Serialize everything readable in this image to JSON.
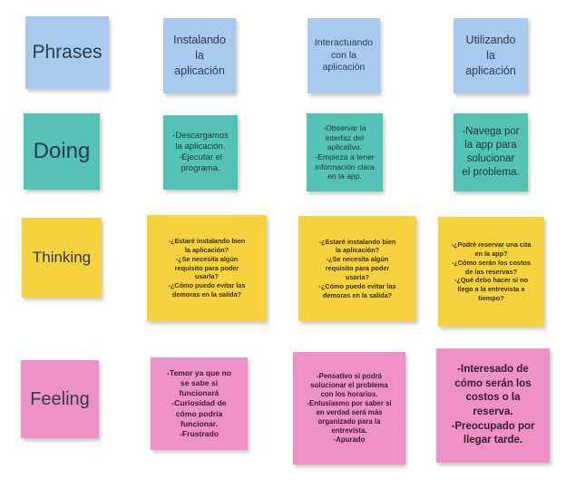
{
  "rows": [
    {
      "label": "Phrases",
      "cells": [
        "Instalando\nla\naplicación",
        "Interactuando\ncon la\naplicación",
        "Utilizando\nla\naplicación"
      ]
    },
    {
      "label": "Doing",
      "cells": [
        "-Descargamos\nla aplicación.\n-Ejecutar el\nprograma.",
        "-Observar la\ninterfaz del\naplicativo.\n-Empieza a tener\ninformación clara\nen la app.",
        "-Navega por\nla app para\nsolucionar\nel problema."
      ]
    },
    {
      "label": "Thinking",
      "cells": [
        "-¿Estaré instalando bien\nla aplicación?\n-¿Se necesita algún\nrequisito para poder\nusarla?\n-¿Cómo puedo evitar las\ndemoras en la salida?",
        "-¿Estaré instalando bien\nla aplicación?\n-¿Se necesita algún\nrequisito para poder\nusarla?\n-¿Cómo puedo evitar las\ndemoras en la salida?",
        "-¿Podré reservar una cita\nen la app?\n-¿Cómo serán los costos\nde las reservas?\n-¿Qué debo hacer si no\nllego a la entrevista a\ntiempo?"
      ]
    },
    {
      "label": "Feeling",
      "cells": [
        "-Temor ya que no\nse sabe si\nfuncionará\n-Curiosidad de\ncómo podría\nfuncionar.\n-Frustrado",
        "-Pensativo si podrá\nsolucionar el problema\ncon los horarios.\n-Entusiasmo por saber si\nen verdad será más\norganizado para la\nentrevista.\n-Apurado",
        "-Interesado de\ncómo serán los\ncostos o la\nreserva.\n-Preocupado por\nllegar tarde."
      ]
    }
  ],
  "colors": {
    "phrases": "#a9c9ef",
    "doing": "#54c2b5",
    "thinking": "#f6d23f",
    "feeling": "#ee92c6"
  }
}
